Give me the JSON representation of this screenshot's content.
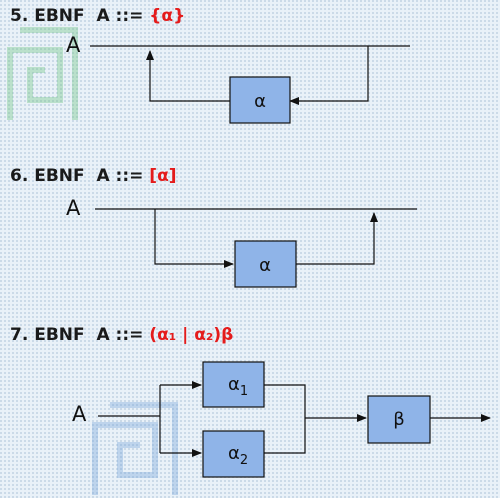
{
  "section5": {
    "heading": "5. EBNF  A ::= ",
    "expr": "{α}",
    "start": "A",
    "box": "α"
  },
  "section6": {
    "heading": "6. EBNF  A ::= ",
    "expr": "[α]",
    "start": "A",
    "box": "α"
  },
  "section7": {
    "heading": "7. EBNF  A ::= ",
    "expr": "(α₁ | α₂)β",
    "start": "A",
    "box1": "α",
    "box1_sub": "1",
    "box2": "α",
    "box2_sub": "2",
    "box3": "β"
  },
  "colors": {
    "box_fill": "#8fb4e8",
    "expr_red": "#e41b1b",
    "line": "#111111"
  }
}
